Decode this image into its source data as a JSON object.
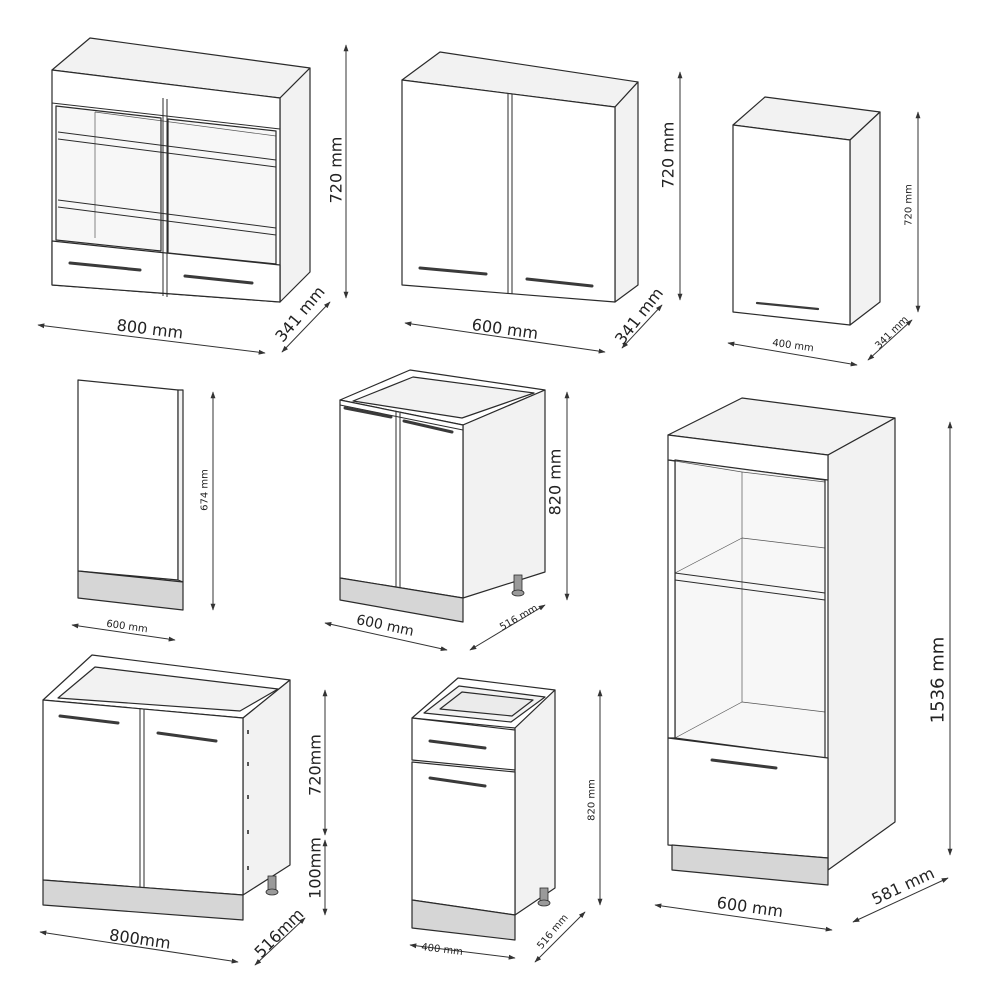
{
  "colors": {
    "line": "#2b2b2b",
    "front": "#ffffff",
    "side": "#f2f2f2",
    "inner": "#f7f7f7",
    "plinth": "#d6d6d6",
    "handle": "#3a3a3a",
    "dim": "#333333",
    "text": "#222222"
  },
  "glass_wall_cabinet": {
    "width": "800 mm",
    "depth": "341 mm",
    "height": "720 mm"
  },
  "wall_cabinet_600": {
    "width": "600 mm",
    "depth": "341 mm",
    "height": "720 mm"
  },
  "wall_cabinet_400": {
    "width": "400 mm",
    "depth": "341 mm",
    "height": "720 mm"
  },
  "dishwasher_panel": {
    "width": "600 mm",
    "height": "674 mm"
  },
  "base_cabinet_600": {
    "width": "600 mm",
    "depth": "516 mm",
    "height": "820 mm"
  },
  "tall_oven_cabinet": {
    "width": "600 mm",
    "depth": "581 mm",
    "height": "1536 mm"
  },
  "sink_cabinet_800": {
    "width": "800mm",
    "depth": "516mm",
    "carcass_height": "720mm",
    "plinth_height": "100mm"
  },
  "drawer_cabinet_400": {
    "width": "400 mm",
    "depth": "516 mm",
    "height": "820 mm"
  }
}
